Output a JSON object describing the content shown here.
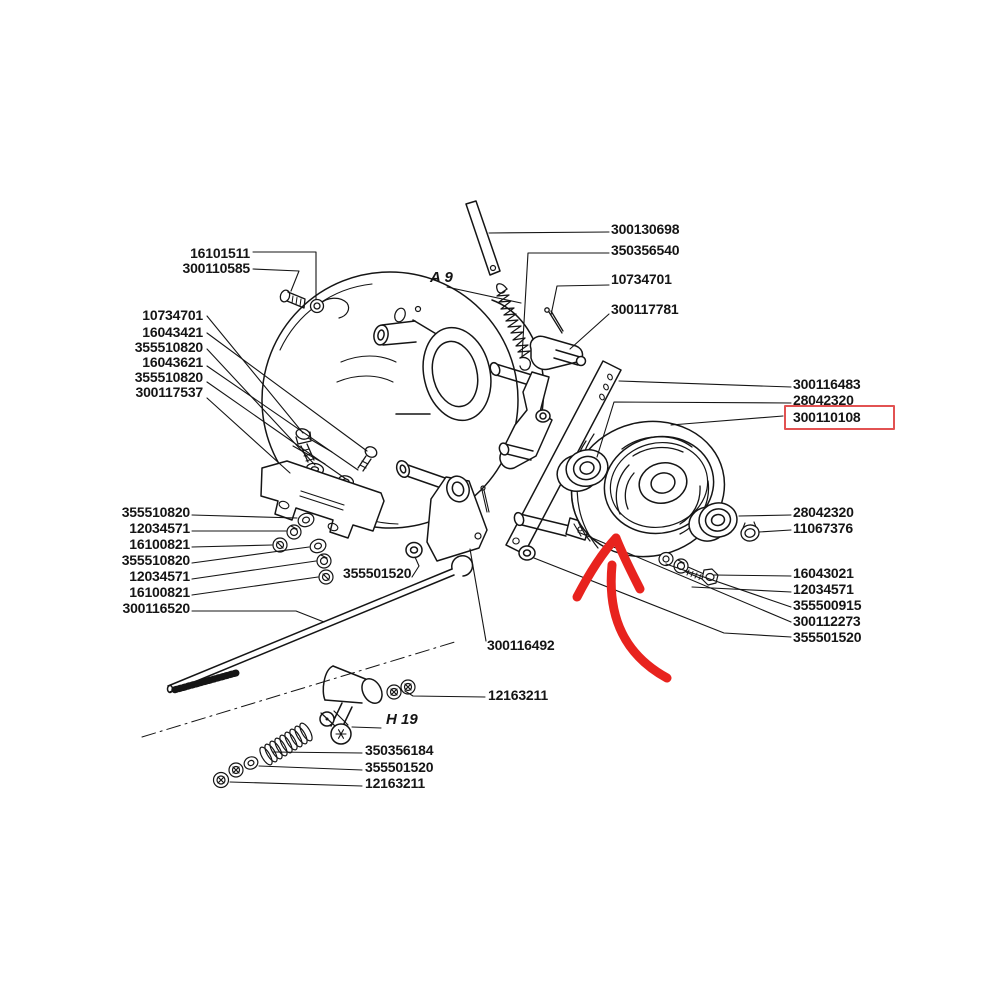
{
  "meta": {
    "background": "#ffffff",
    "line_color": "#151515",
    "arrow_red": "#e8231e",
    "box_red": "#e25252",
    "description": "Exploded parts diagram with belt tensioner pulley highlighted"
  },
  "highlight": {
    "part_number": "300110108"
  },
  "reference_labels": {
    "zone_a": "A 9",
    "zone_h": "H 19"
  },
  "part_labels": [
    {
      "text": "16101511"
    },
    {
      "text": "300110585"
    },
    {
      "text": "10734701"
    },
    {
      "text": "16043421"
    },
    {
      "text": "355510820"
    },
    {
      "text": "16043621"
    },
    {
      "text": "355510820"
    },
    {
      "text": "300117537"
    },
    {
      "text": "355510820"
    },
    {
      "text": "12034571"
    },
    {
      "text": "16100821"
    },
    {
      "text": "355510820"
    },
    {
      "text": "12034571"
    },
    {
      "text": "16100821"
    },
    {
      "text": "300116520"
    },
    {
      "text": "355501520"
    },
    {
      "text": "300116492"
    },
    {
      "text": "12163211"
    },
    {
      "text": "350356184"
    },
    {
      "text": "355501520"
    },
    {
      "text": "12163211"
    },
    {
      "text": "300130698"
    },
    {
      "text": "350356540"
    },
    {
      "text": "10734701"
    },
    {
      "text": "300117781"
    },
    {
      "text": "300116483"
    },
    {
      "text": "28042320"
    },
    {
      "text": "300110108"
    },
    {
      "text": "28042320"
    },
    {
      "text": "11067376"
    },
    {
      "text": "16043021"
    },
    {
      "text": "12034571"
    },
    {
      "text": "355500915"
    },
    {
      "text": "300112273"
    },
    {
      "text": "355501520"
    }
  ]
}
